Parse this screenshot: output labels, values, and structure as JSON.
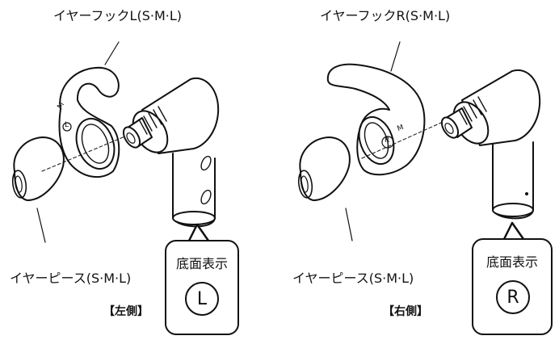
{
  "left": {
    "hook_label": "イヤーフックL(S·M·L)",
    "tip_label": "イヤーピース(S·M·L)",
    "side_label": "【左側】",
    "callout_title": "底面表示",
    "callout_mark": "L",
    "hook_size_mark": "M",
    "hook_side_mark": "L"
  },
  "right": {
    "hook_label": "イヤーフックR(S·M·L)",
    "tip_label": "イヤーピース(S·M·L)",
    "side_label": "【右側】",
    "callout_title": "底面表示",
    "callout_mark": "R",
    "hook_size_mark": "M",
    "hook_side_mark": "R"
  }
}
